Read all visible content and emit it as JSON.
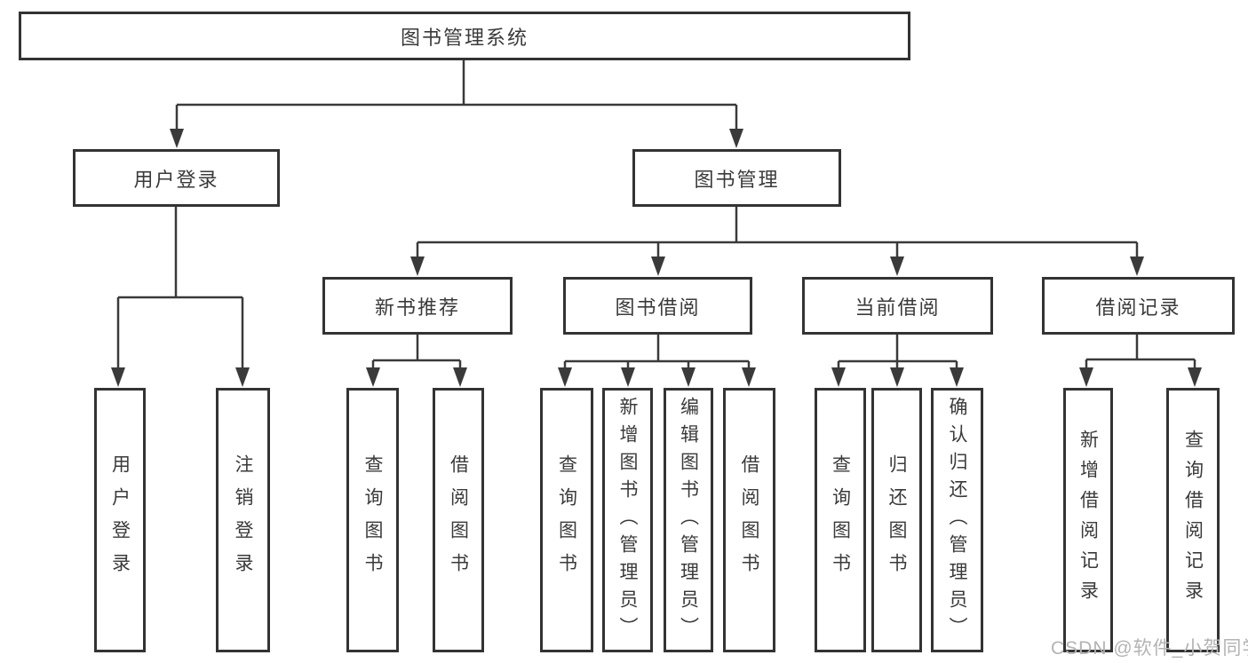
{
  "diagram": {
    "root": {
      "label": "图书管理系统"
    },
    "level2": [
      {
        "label": "用户登录"
      },
      {
        "label": "图书管理"
      }
    ],
    "level3": [
      {
        "label": "新书推荐"
      },
      {
        "label": "图书借阅"
      },
      {
        "label": "当前借阅"
      },
      {
        "label": "借阅记录"
      }
    ],
    "leaves": {
      "user_login": [
        "用户登录",
        "注销登录"
      ],
      "new_book_recommend": [
        "查询图书",
        "借阅图书"
      ],
      "book_borrow": [
        "查询图书",
        "新增图书（管理员）",
        "编辑图书（管理员）",
        "借阅图书"
      ],
      "current_borrow": [
        "查询图书",
        "归还图书",
        "确认归还（管理员）"
      ],
      "borrow_records": [
        "新增借阅记录",
        "查询借阅记录"
      ]
    },
    "colors": {
      "line": "#3a3a3a",
      "border": "#333333",
      "text": "#3a3a3a",
      "watermark": "#b3b3b3",
      "background": "#ffffff"
    }
  },
  "watermark": {
    "text": "CSDN @软件_小贺同学"
  }
}
